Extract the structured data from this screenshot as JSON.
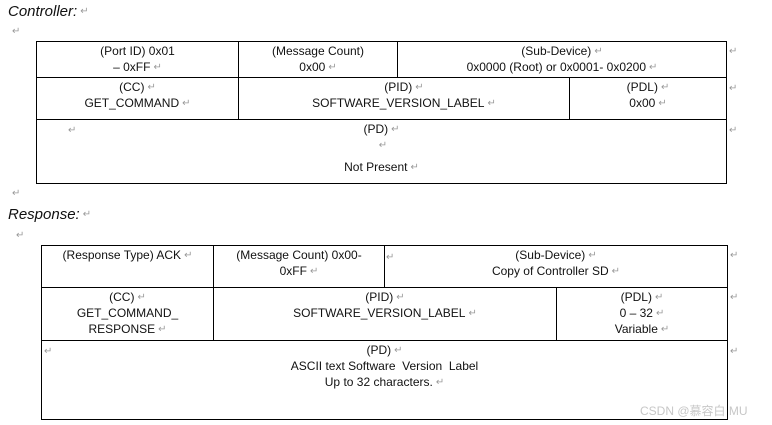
{
  "controller": {
    "heading": "Controller:",
    "row1": {
      "port_id": [
        "(Port ID) 0x01",
        "– 0xFF"
      ],
      "message_count": [
        "(Message Count)",
        "0x00"
      ],
      "sub_device": [
        "(Sub-Device)",
        "0x0000 (Root) or 0x0001- 0x0200"
      ]
    },
    "row2": {
      "cc": [
        "(CC)",
        "GET_COMMAND"
      ],
      "pid": [
        "(PID)",
        "SOFTWARE_VERSION_LABEL"
      ],
      "pdl": [
        "(PDL)",
        "0x00"
      ]
    },
    "row3": {
      "pd": [
        "(PD)",
        "Not Present"
      ]
    }
  },
  "response": {
    "heading": "Response:",
    "row1": {
      "response_type": [
        "(Response Type) ACK"
      ],
      "message_count": [
        "(Message Count) 0x00-",
        "0xFF"
      ],
      "sub_device": [
        "(Sub-Device)",
        "Copy of Controller SD"
      ]
    },
    "row2": {
      "cc": [
        "(CC)",
        "GET_COMMAND_",
        "RESPONSE"
      ],
      "pid": [
        "(PID)",
        "SOFTWARE_VERSION_LABEL"
      ],
      "pdl": [
        "(PDL)",
        "0 – 32",
        "Variable"
      ]
    },
    "row3": {
      "pd": [
        "(PD)",
        "ASCII text Software  Version  Label",
        "Up to 32 characters."
      ]
    }
  },
  "paragraph_mark": "↵",
  "watermark": "CSDN @慕容白 MU"
}
